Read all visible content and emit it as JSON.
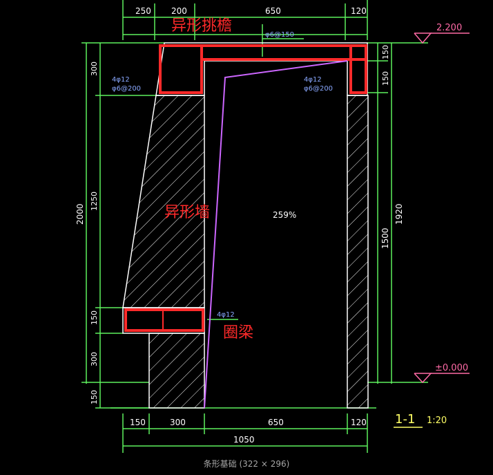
{
  "viewer": {
    "zoom_label": "259%",
    "caption": "条形基础 (322 × 296)"
  },
  "drawing": {
    "labels": {
      "eave": "异形挑檐",
      "wall": "异形墙",
      "ring_beam": "圈梁"
    },
    "elevations": {
      "top": "2.200",
      "ground": "±0.000"
    },
    "section": {
      "title": "1-1",
      "scale": "1:20"
    },
    "dimensions": {
      "top": [
        "250",
        "200",
        "650",
        "120"
      ],
      "bottom": [
        "150",
        "300",
        "650",
        "120"
      ],
      "bottom_total": "1050",
      "left_outer": "2000",
      "left_inner": [
        "300",
        "1250",
        "150",
        "300",
        "150"
      ],
      "right_inner": [
        "150",
        "150"
      ],
      "right_outer": "1920",
      "right_span": "1500"
    },
    "rebar_notes": [
      "φ6@150",
      "4φ12",
      "φ6@200",
      "4φ12",
      "φ6@200",
      "4φ12"
    ],
    "colors": {
      "background": "#000000",
      "dimension": "#5ef15e",
      "annotation_red": "#ff2a2a",
      "outline": "#ffffff",
      "rebar_blue": "#8aa8ff",
      "line_purple": "#cc66ff",
      "elevation_pink": "#ff6aa6",
      "section_yellow": "#ffff66"
    }
  }
}
